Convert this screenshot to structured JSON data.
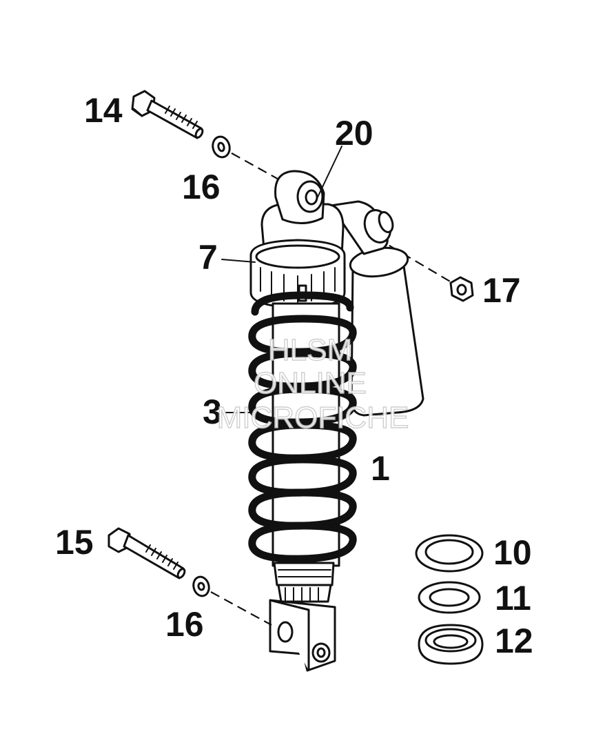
{
  "callouts": {
    "c1": "1",
    "c3": "3",
    "c7": "7",
    "c10": "10",
    "c11": "11",
    "c12": "12",
    "c14": "14",
    "c15": "15",
    "c16_top": "16",
    "c16_bottom": "16",
    "c17": "17",
    "c20": "20"
  },
  "watermark": {
    "line1": "HLSM",
    "line2": "ONLINE",
    "line3": "MICROFICHE"
  }
}
